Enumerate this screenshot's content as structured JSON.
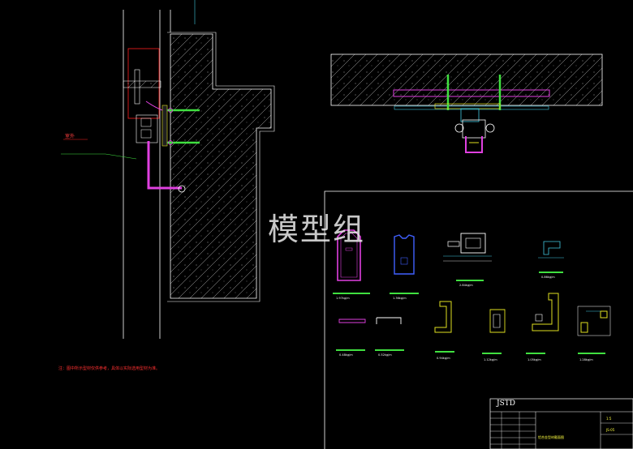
{
  "watermark": "模型组",
  "title_block": {
    "logo": "JSTD",
    "drawing_name": "铝合金型材截面图",
    "scale": "1:5",
    "sheet_no": "JS-05"
  },
  "annotations": {
    "callout": "室外",
    "note": "注：图中所示型材仅供参考，具体以实际选用型材为准。"
  },
  "profile_captions": [
    "1.97kg/m",
    "1.36kg/m",
    "2.84kg/m",
    "0.86kg/m",
    "0.48kg/m",
    "0.52kg/m",
    "0.94kg/m",
    "1.12kg/m",
    "1.05kg/m",
    "1.28kg/m"
  ],
  "colors": {
    "background": "#000000",
    "linework": "#ffffff",
    "concrete_hatch": "#c8c8c8",
    "profile_magenta": "#e040e0",
    "profile_blue": "#4060ff",
    "profile_yellow": "#e0e020",
    "steel_green": "#40e040",
    "cyan": "#40c8e0",
    "red_accent": "#ff2020",
    "note_text": "#ff3030"
  }
}
